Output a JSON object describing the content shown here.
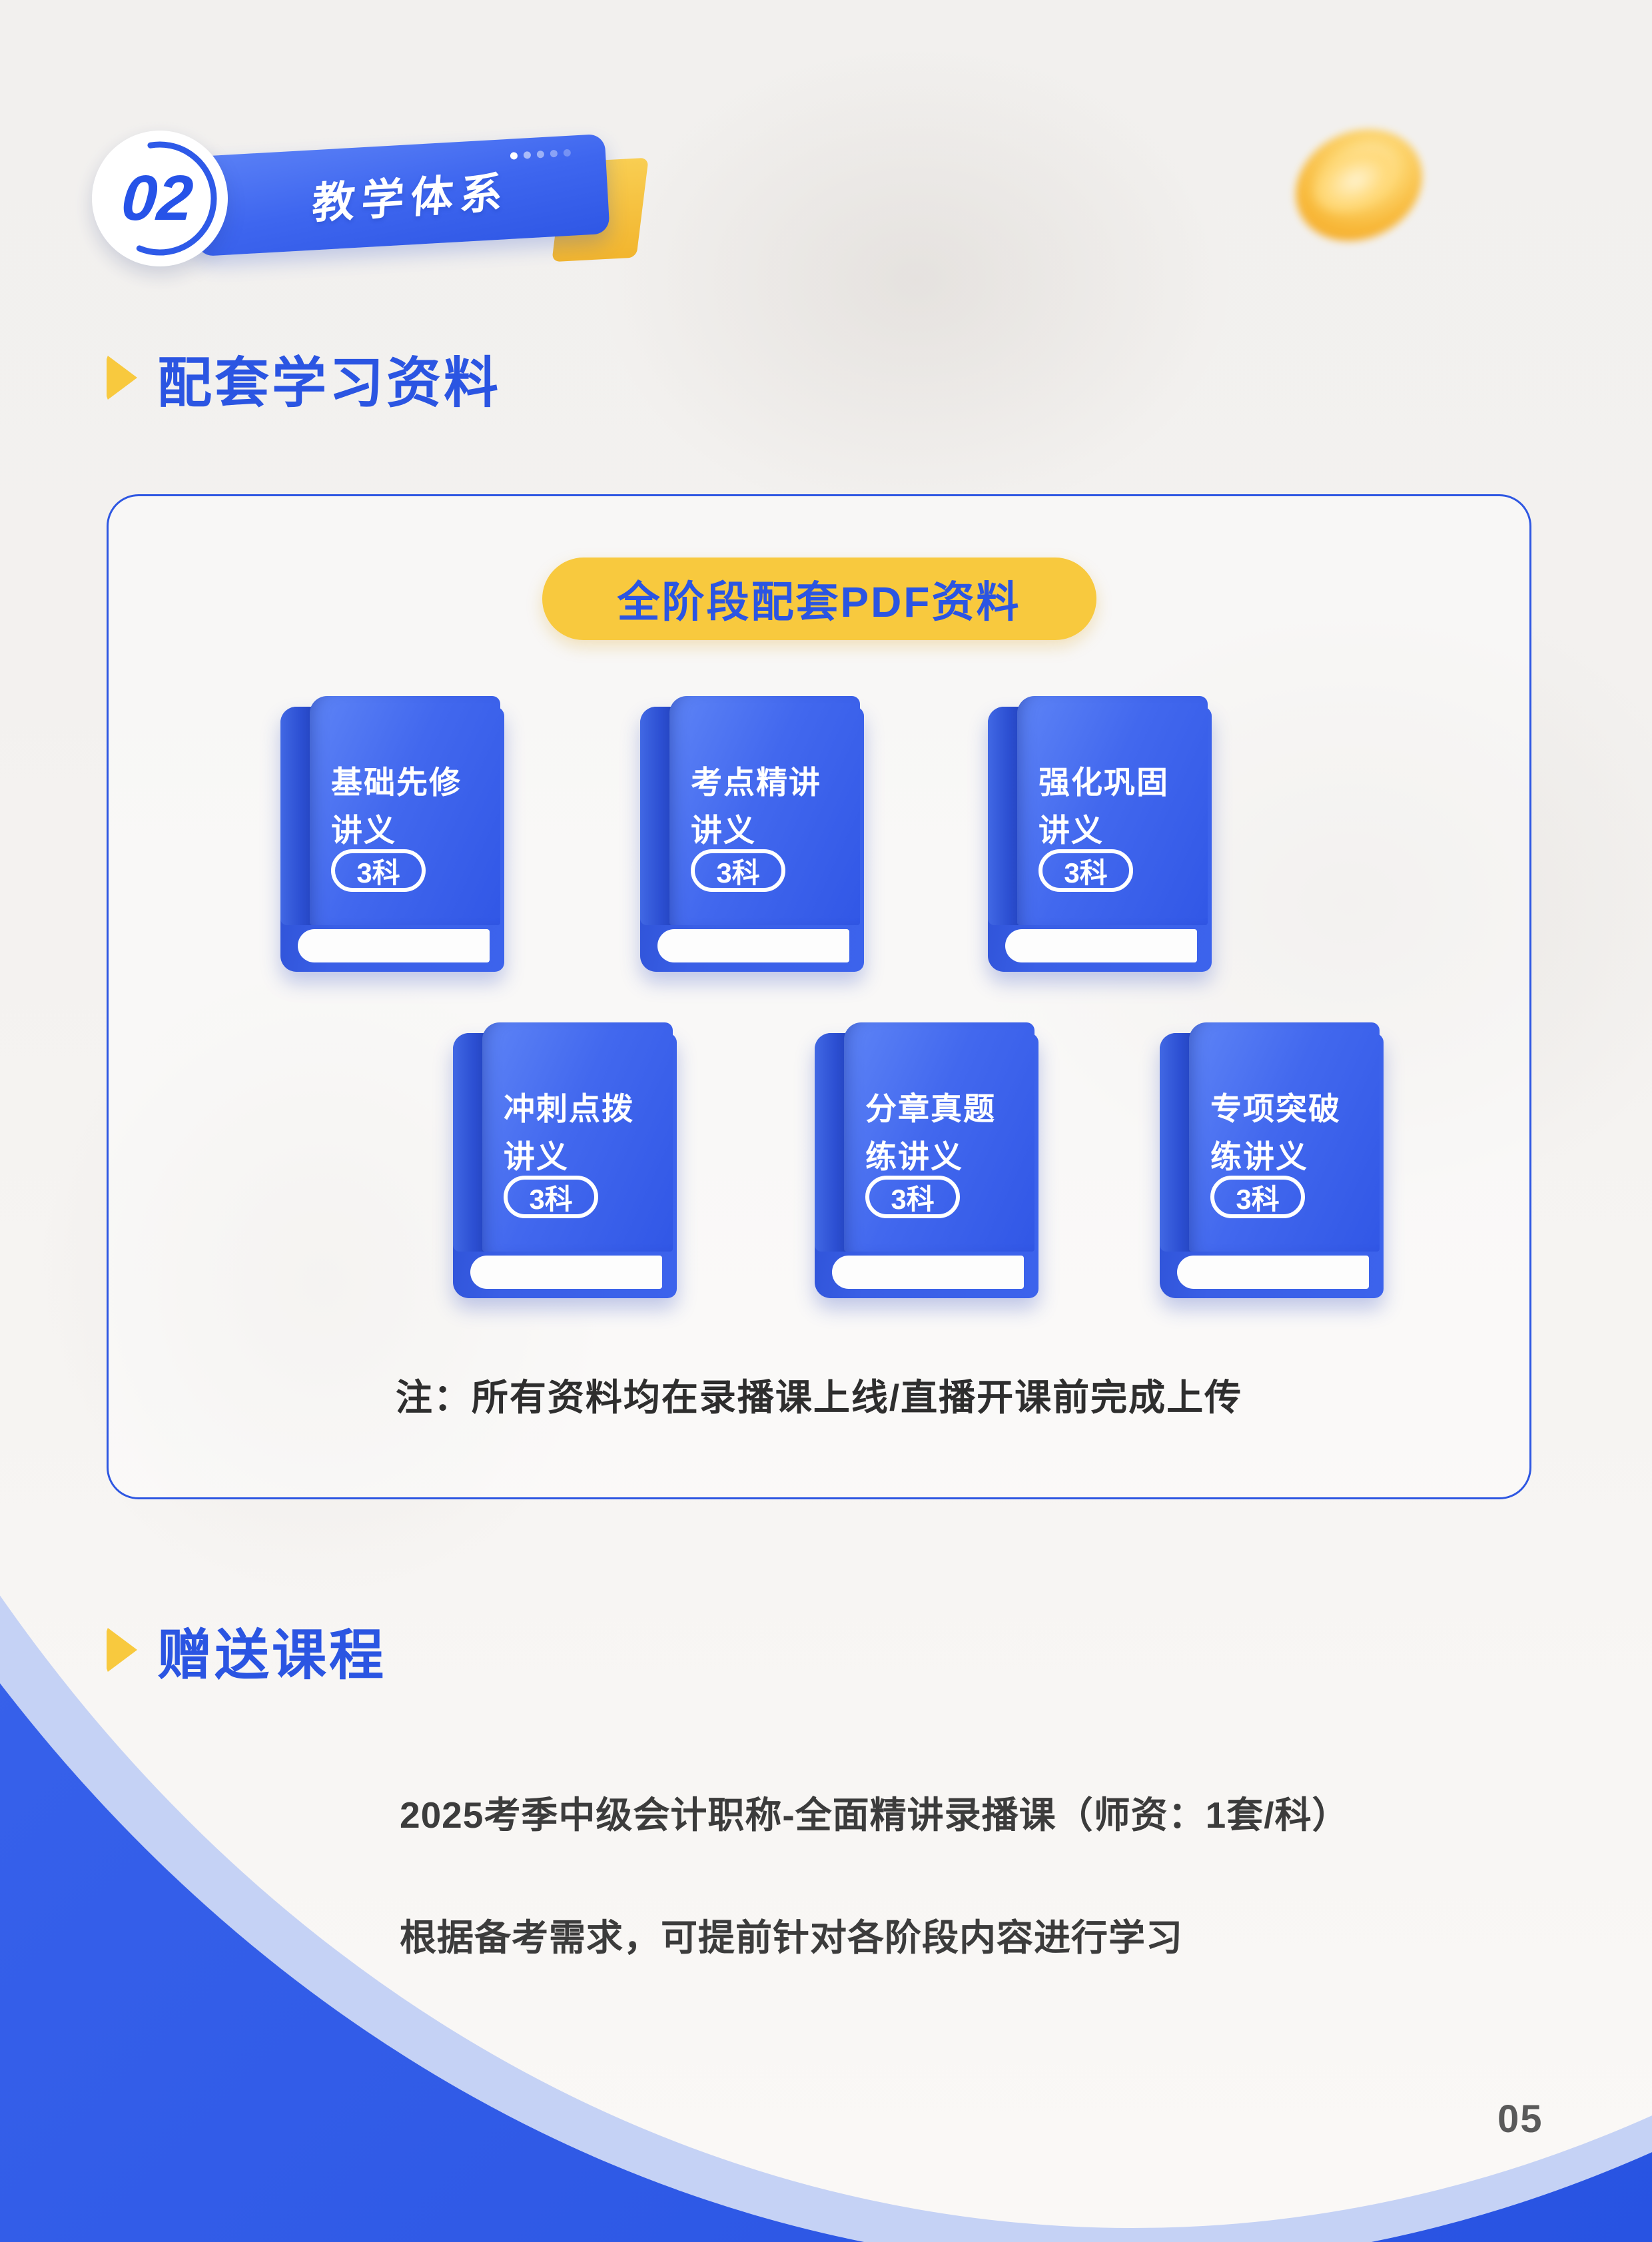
{
  "header": {
    "chapter_number": "02",
    "banner_title": "教学体系"
  },
  "sections": {
    "materials": {
      "title": "配套学习资料",
      "pill_title": "全阶段配套PDF资料",
      "books": [
        {
          "line1": "基础先修",
          "line2": "讲义",
          "badge": "3科"
        },
        {
          "line1": "考点精讲",
          "line2": "讲义",
          "badge": "3科"
        },
        {
          "line1": "强化巩固",
          "line2": "讲义",
          "badge": "3科"
        },
        {
          "line1": "冲刺点拨",
          "line2": "讲义",
          "badge": "3科"
        },
        {
          "line1": "分章真题",
          "line2": "练讲义",
          "badge": "3科"
        },
        {
          "line1": "专项突破",
          "line2": "练讲义",
          "badge": "3科"
        }
      ],
      "note": "注：所有资料均在录播课上线/直播开课前完成上传"
    },
    "gift": {
      "title": "赠送课程",
      "lines": [
        "2025考季中级会计职称-全面精讲录播课（师资：1套/科）",
        "根据备考需求，可提前针对各阶段内容进行学习"
      ]
    }
  },
  "footer": {
    "page_number": "05"
  },
  "colors": {
    "brand_blue": "#2E57E2",
    "banner_gradient_start": "#5A80F6",
    "banner_gradient_end": "#2F57E5",
    "accent_yellow": "#F8C93E",
    "book_blue": "#3B64EC",
    "text_dark": "#2E2E2E",
    "page_bg": "#F2F0EE",
    "bottom_blue": "#2E5AE6",
    "light_band": "#C5D2F5",
    "page_number_gray": "#5A5A5A"
  }
}
